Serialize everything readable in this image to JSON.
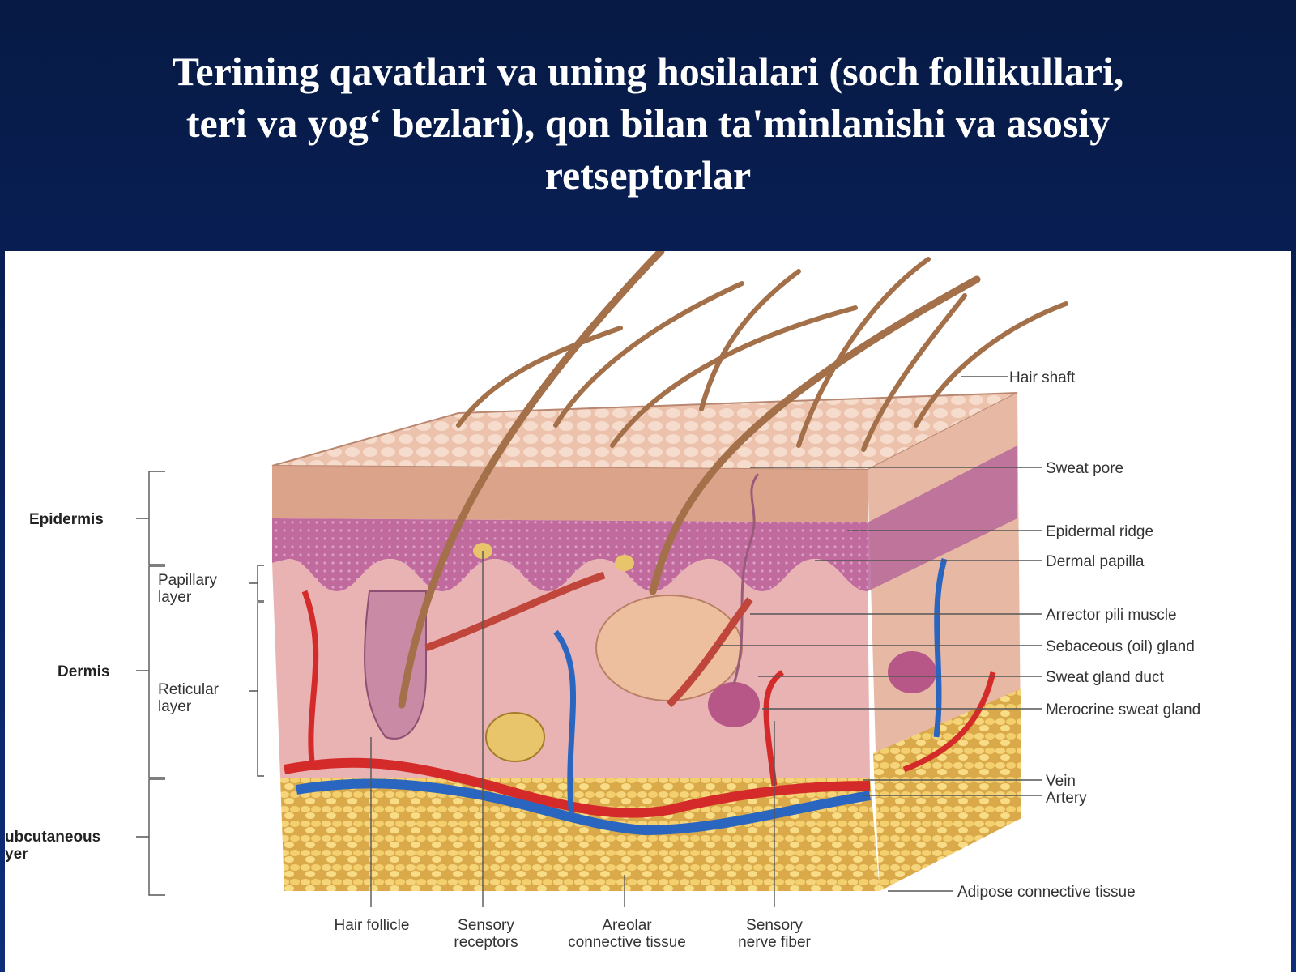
{
  "title": {
    "line1": "Terining qavatlari va uning hosilalari (soch follikullari,",
    "line2": "teri  va yog‘ bezlari), qon bilan ta'minlanishi  va asosiy",
    "line3": "retseptorlar"
  },
  "left_labels": {
    "epidermis": "Epidermis",
    "papillary_1": "Papillary",
    "papillary_2": "layer",
    "dermis": "Dermis",
    "reticular_1": "Reticular",
    "reticular_2": "layer",
    "subcutaneous_1": "ubcutaneous",
    "subcutaneous_2": "yer"
  },
  "right_labels": {
    "hair_shaft": "Hair shaft",
    "sweat_pore": "Sweat pore",
    "epidermal_ridge": "Epidermal ridge",
    "dermal_papilla": "Dermal papilla",
    "arrector_pili": "Arrector pili muscle",
    "sebaceous_gland": "Sebaceous (oil) gland",
    "sweat_gland_duct": "Sweat gland duct",
    "merocrine_gland": "Merocrine sweat gland",
    "vein": "Vein",
    "artery": "Artery",
    "adipose": "Adipose connective tissue"
  },
  "bottom_labels": {
    "hair_follicle": "Hair follicle",
    "sensory_receptors_1": "Sensory",
    "sensory_receptors_2": "receptors",
    "areolar_1": "Areolar",
    "areolar_2": "connective tissue",
    "nerve_fiber_1": "Sensory",
    "nerve_fiber_2": "nerve fiber"
  },
  "colors": {
    "background": "#0a2466",
    "epidermis": "#d9a58a",
    "dermis": "#eab3b3",
    "papillary": "#b45e97",
    "adipose": "#f0c862",
    "artery": "#d42a2a",
    "vein": "#2a66c0",
    "hair": "#a3704a"
  }
}
